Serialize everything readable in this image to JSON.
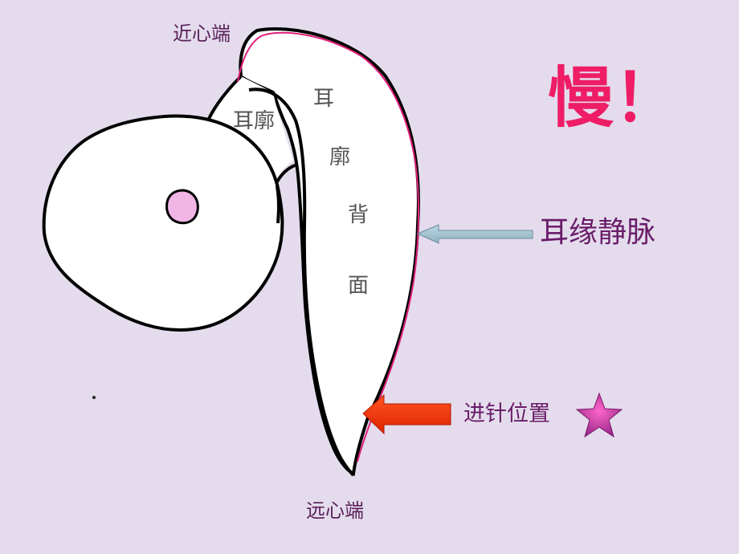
{
  "labels": {
    "proximal_end": "近心端",
    "distal_end": "远心端",
    "helix": "耳廓",
    "ear_back": [
      "耳",
      "廓",
      "背",
      "面"
    ],
    "slow": "慢！",
    "marginal_vein": "耳缘静脉",
    "needle_position": "进针位置"
  },
  "colors": {
    "background": "#e4dcec",
    "vein_line": "#e0207a",
    "vein_arrow": "#a4c4d2",
    "needle_arrow": "#ee3300",
    "star": "#cc44aa",
    "slow_text": "#ee1d66"
  },
  "icons": {
    "vein_pointer": "left-arrow-icon",
    "needle_pointer": "left-arrow-icon",
    "marker": "star-icon"
  }
}
